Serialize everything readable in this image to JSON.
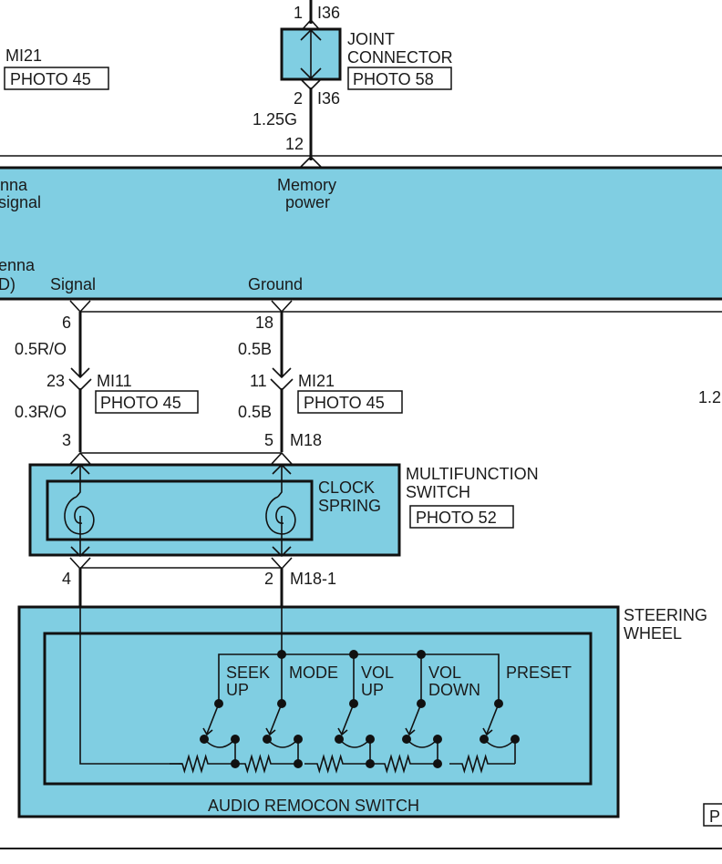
{
  "diagram": {
    "joint_connector": {
      "title_line1": "JOINT",
      "title_line2": "CONNECTOR",
      "photo": "PHOTO 58",
      "pin_top": "1",
      "pin_top_conn": "I36",
      "pin_bottom": "2",
      "pin_bottom_conn": "I36"
    },
    "left_connector": {
      "id": "MI21",
      "photo": "PHOTO 45"
    },
    "memory_wire": {
      "gauge_color": "1.25G",
      "pin": "12"
    },
    "audio_unit": {
      "label_antenna_signal_line1": "nna",
      "label_antenna_signal_line2": "signal",
      "label_memory_line1": "Memory",
      "label_memory_line2": "power",
      "label_antenna2_line1": "enna",
      "label_antenna2_line2": "D)",
      "label_signal": "Signal",
      "label_ground": "Ground"
    },
    "signal_wire": {
      "pin_top": "6",
      "gauge_top": "0.5R/O",
      "connector_pin": "23",
      "connector": "MI11",
      "photo": "PHOTO 45",
      "gauge_bottom": "0.3R/O",
      "pin_bottom": "3"
    },
    "ground_wire": {
      "pin_top": "18",
      "gauge_top": "0.5B",
      "connector_pin": "11",
      "connector": "MI21",
      "photo": "PHOTO 45",
      "gauge_bottom": "0.5B",
      "pin_bottom": "5",
      "pin_bottom_conn": "M18"
    },
    "right_partial_label": "1.2",
    "multifunction_switch": {
      "title_line1": "MULTIFUNCTION",
      "title_line2": "SWITCH",
      "photo": "PHOTO 52",
      "clock_spring_line1": "CLOCK",
      "clock_spring_line2": "SPRING",
      "pin_left_out": "4",
      "pin_right_out": "2",
      "pin_right_conn": "M18-1"
    },
    "steering_wheel": {
      "title_line1": "STEERING",
      "title_line2": "WHEEL",
      "inner_label": "AUDIO REMOCON SWITCH",
      "switches": [
        {
          "line1": "SEEK",
          "line2": "UP"
        },
        {
          "line1": "MODE",
          "line2": ""
        },
        {
          "line1": "VOL",
          "line2": "UP"
        },
        {
          "line1": "VOL",
          "line2": "DOWN"
        },
        {
          "line1": "PRESET",
          "line2": ""
        }
      ]
    },
    "bottom_right_partial": "P",
    "colors": {
      "component_fill": "#80cee2",
      "line": "#111111"
    }
  }
}
